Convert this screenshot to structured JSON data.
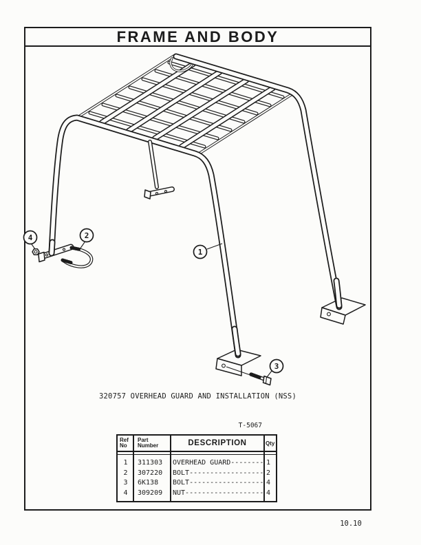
{
  "page": {
    "title": "FRAME AND BODY",
    "page_number": "10.10",
    "ink_color": "#1c1c1c",
    "paper_color": "#fcfcfa"
  },
  "drawing": {
    "caption": "320757 OVERHEAD GUARD AND INSTALLATION (NSS)",
    "callouts": [
      {
        "num": "1"
      },
      {
        "num": "2"
      },
      {
        "num": "3"
      },
      {
        "num": "4"
      }
    ]
  },
  "parts_table": {
    "figure_number": "T-5067",
    "headers": {
      "ref_top": "Ref",
      "ref_bottom": "No",
      "part_top": "Part",
      "part_bottom": "Number",
      "description": "DESCRIPTION",
      "qty": "Qty"
    },
    "rows": [
      {
        "ref": "1",
        "part_number": "311303",
        "description": "OVERHEAD GUARD--------",
        "qty": "1"
      },
      {
        "ref": "2",
        "part_number": "307220",
        "description": "BOLT------------------",
        "qty": "2"
      },
      {
        "ref": "3",
        "part_number": "6K138",
        "description": "BOLT------------------",
        "qty": "4"
      },
      {
        "ref": "4",
        "part_number": "309209",
        "description": "NUT-------------------",
        "qty": "4"
      }
    ]
  }
}
